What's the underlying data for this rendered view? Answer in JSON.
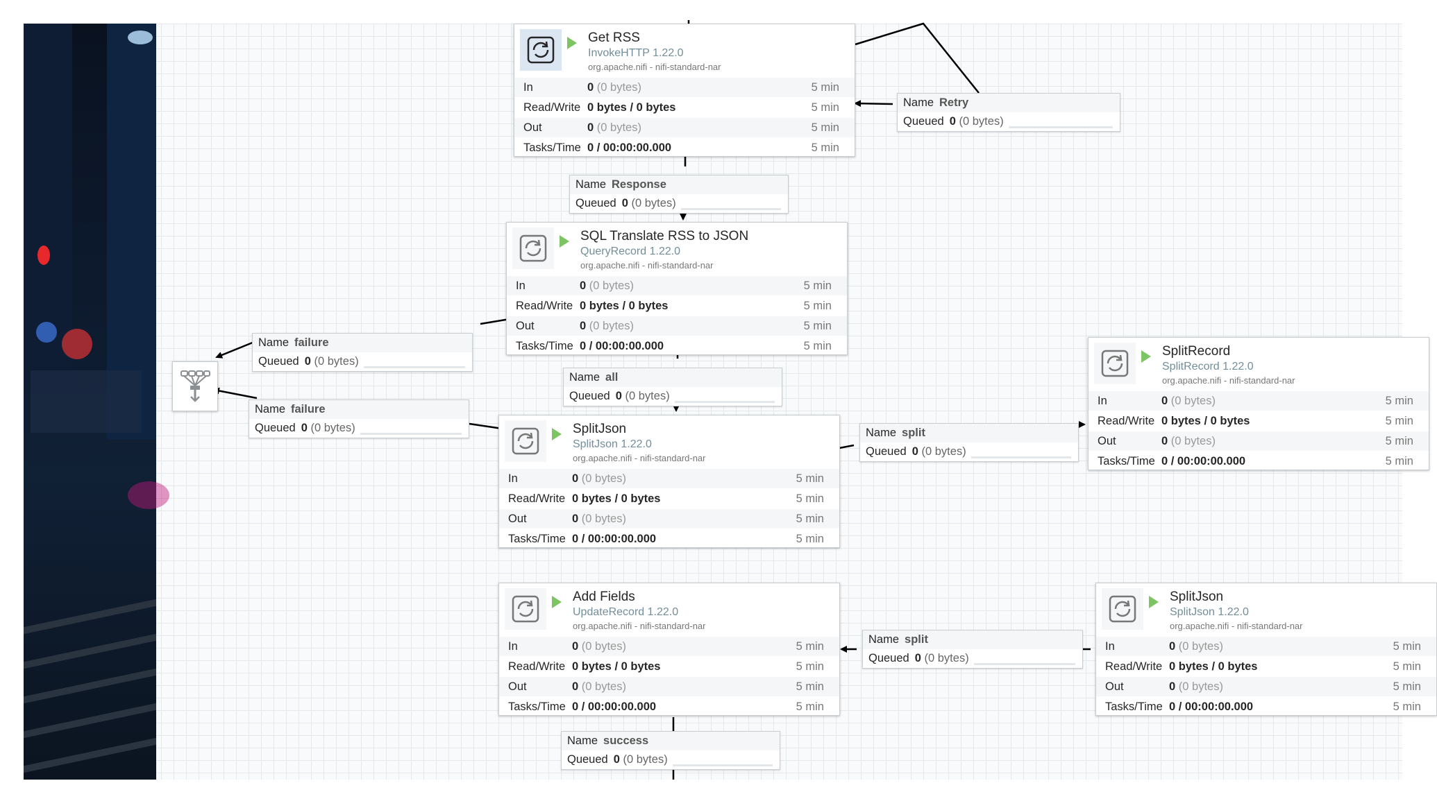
{
  "canvas": {
    "background": "#f9fafb",
    "grid_color": "#e3e8eb"
  },
  "processors": [
    {
      "id": "get-rss",
      "name": "Get RSS",
      "type": "InvokeHTTP 1.22.0",
      "bundle": "org.apache.nifi - nifi-standard-nar",
      "selected": true,
      "run_icon": "play-icon",
      "stats": [
        {
          "label": "In",
          "value": "0",
          "unit": "(0 bytes)",
          "time": "5 min"
        },
        {
          "label": "Read/Write",
          "value": "0 bytes / 0 bytes",
          "unit": "",
          "time": "5 min"
        },
        {
          "label": "Out",
          "value": "0",
          "unit": "(0 bytes)",
          "time": "5 min"
        },
        {
          "label": "Tasks/Time",
          "value": "0 / 00:00:00.000",
          "unit": "",
          "time": "5 min"
        }
      ]
    },
    {
      "id": "sql-translate",
      "name": "SQL Translate RSS to JSON",
      "type": "QueryRecord 1.22.0",
      "bundle": "org.apache.nifi - nifi-standard-nar",
      "selected": false,
      "run_icon": "play-icon",
      "stats": [
        {
          "label": "In",
          "value": "0",
          "unit": "(0 bytes)",
          "time": "5 min"
        },
        {
          "label": "Read/Write",
          "value": "0 bytes / 0 bytes",
          "unit": "",
          "time": "5 min"
        },
        {
          "label": "Out",
          "value": "0",
          "unit": "(0 bytes)",
          "time": "5 min"
        },
        {
          "label": "Tasks/Time",
          "value": "0 / 00:00:00.000",
          "unit": "",
          "time": "5 min"
        }
      ]
    },
    {
      "id": "split-json-1",
      "name": "SplitJson",
      "type": "SplitJson 1.22.0",
      "bundle": "org.apache.nifi - nifi-standard-nar",
      "selected": false,
      "run_icon": "play-icon",
      "stats": [
        {
          "label": "In",
          "value": "0",
          "unit": "(0 bytes)",
          "time": "5 min"
        },
        {
          "label": "Read/Write",
          "value": "0 bytes / 0 bytes",
          "unit": "",
          "time": "5 min"
        },
        {
          "label": "Out",
          "value": "0",
          "unit": "(0 bytes)",
          "time": "5 min"
        },
        {
          "label": "Tasks/Time",
          "value": "0 / 00:00:00.000",
          "unit": "",
          "time": "5 min"
        }
      ]
    },
    {
      "id": "split-record",
      "name": "SplitRecord",
      "type": "SplitRecord 1.22.0",
      "bundle": "org.apache.nifi - nifi-standard-nar",
      "selected": false,
      "run_icon": "play-icon",
      "stats": [
        {
          "label": "In",
          "value": "0",
          "unit": "(0 bytes)",
          "time": "5 min"
        },
        {
          "label": "Read/Write",
          "value": "0 bytes / 0 bytes",
          "unit": "",
          "time": "5 min"
        },
        {
          "label": "Out",
          "value": "0",
          "unit": "(0 bytes)",
          "time": "5 min"
        },
        {
          "label": "Tasks/Time",
          "value": "0 / 00:00:00.000",
          "unit": "",
          "time": "5 min"
        }
      ]
    },
    {
      "id": "add-fields",
      "name": "Add Fields",
      "type": "UpdateRecord 1.22.0",
      "bundle": "org.apache.nifi - nifi-standard-nar",
      "selected": false,
      "run_icon": "play-icon",
      "stats": [
        {
          "label": "In",
          "value": "0",
          "unit": "(0 bytes)",
          "time": "5 min"
        },
        {
          "label": "Read/Write",
          "value": "0 bytes / 0 bytes",
          "unit": "",
          "time": "5 min"
        },
        {
          "label": "Out",
          "value": "0",
          "unit": "(0 bytes)",
          "time": "5 min"
        },
        {
          "label": "Tasks/Time",
          "value": "0 / 00:00:00.000",
          "unit": "",
          "time": "5 min"
        }
      ]
    },
    {
      "id": "split-json-2",
      "name": "SplitJson",
      "type": "SplitJson 1.22.0",
      "bundle": "org.apache.nifi - nifi-standard-nar",
      "selected": false,
      "run_icon": "play-icon",
      "stats": [
        {
          "label": "In",
          "value": "0",
          "unit": "(0 bytes)",
          "time": "5 min"
        },
        {
          "label": "Read/Write",
          "value": "0 bytes / 0 bytes",
          "unit": "",
          "time": "5 min"
        },
        {
          "label": "Out",
          "value": "0",
          "unit": "(0 bytes)",
          "time": "5 min"
        },
        {
          "label": "Tasks/Time",
          "value": "0 / 00:00:00.000",
          "unit": "",
          "time": "5 min"
        }
      ]
    }
  ],
  "connections": [
    {
      "id": "retry",
      "name_label": "Name",
      "name": "Retry",
      "queued_label": "Queued",
      "queued_count": "0",
      "queued_size": "(0 bytes)"
    },
    {
      "id": "response",
      "name_label": "Name",
      "name": "Response",
      "queued_label": "Queued",
      "queued_count": "0",
      "queued_size": "(0 bytes)"
    },
    {
      "id": "failure-1",
      "name_label": "Name",
      "name": "failure",
      "queued_label": "Queued",
      "queued_count": "0",
      "queued_size": "(0 bytes)"
    },
    {
      "id": "all",
      "name_label": "Name",
      "name": "all",
      "queued_label": "Queued",
      "queued_count": "0",
      "queued_size": "(0 bytes)"
    },
    {
      "id": "failure-2",
      "name_label": "Name",
      "name": "failure",
      "queued_label": "Queued",
      "queued_count": "0",
      "queued_size": "(0 bytes)"
    },
    {
      "id": "split-1",
      "name_label": "Name",
      "name": "split",
      "queued_label": "Queued",
      "queued_count": "0",
      "queued_size": "(0 bytes)"
    },
    {
      "id": "split-2",
      "name_label": "Name",
      "name": "split",
      "queued_label": "Queued",
      "queued_count": "0",
      "queued_size": "(0 bytes)"
    },
    {
      "id": "success",
      "name_label": "Name",
      "name": "success",
      "queued_label": "Queued",
      "queued_count": "0",
      "queued_size": "(0 bytes)"
    }
  ],
  "funnel": {
    "icon": "funnel-icon"
  },
  "background_image": {
    "icon": "city-night-photo"
  }
}
